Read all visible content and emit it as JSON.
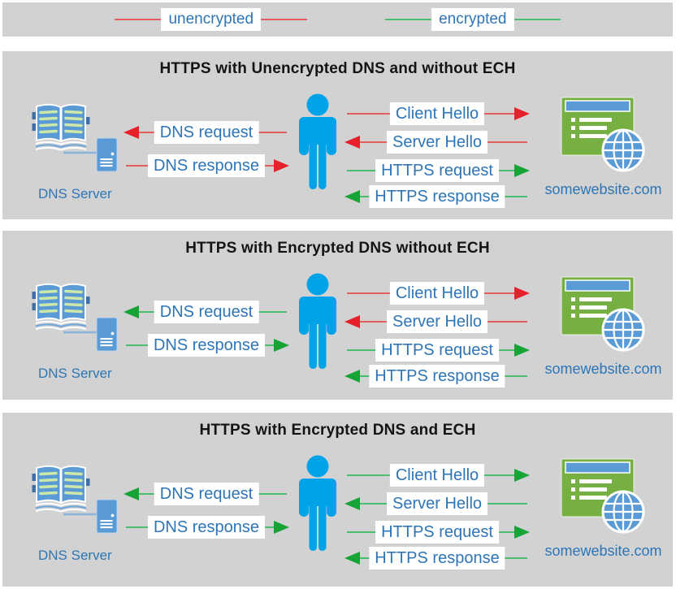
{
  "colors": {
    "panel_background": "#d2d2d2",
    "label_text_blue": "#2e75b6",
    "title_black": "#141414",
    "unencrypted_line": "#e25d5d",
    "unencrypted_head": "#e8202a",
    "encrypted_line": "#4bbd6e",
    "encrypted_head": "#17a437",
    "person_blue": "#00a2e8",
    "icon_blue": "#5b9bd5",
    "website_green": "#76b043"
  },
  "icons": {
    "dns_server": "open-book-with-server-tower",
    "person": "person-silhouette",
    "website": "browser-window-with-globe",
    "arrowhead": "triangle-arrowhead"
  },
  "legend": {
    "items": [
      {
        "label": "unencrypted",
        "line_color": "#e25d5d"
      },
      {
        "label": "encrypted",
        "line_color": "#4bbd6e"
      }
    ]
  },
  "panels": [
    {
      "title": "HTTPS with Unencrypted DNS and without ECH",
      "dns_server_label": "DNS Server",
      "website_label": "somewebsite.com",
      "arrows": [
        {
          "label": "DNS request",
          "direction": "left",
          "encryption": "unencrypted",
          "line_color": "#e25d5d",
          "head_color": "#e8202a"
        },
        {
          "label": "DNS response",
          "direction": "right",
          "encryption": "unencrypted",
          "line_color": "#e25d5d",
          "head_color": "#e8202a"
        },
        {
          "label": "Client Hello",
          "direction": "right",
          "encryption": "unencrypted",
          "line_color": "#e25d5d",
          "head_color": "#e8202a"
        },
        {
          "label": "Server Hello",
          "direction": "left",
          "encryption": "unencrypted",
          "line_color": "#e25d5d",
          "head_color": "#e8202a"
        },
        {
          "label": "HTTPS request",
          "direction": "right",
          "encryption": "encrypted",
          "line_color": "#4bbd6e",
          "head_color": "#17a437"
        },
        {
          "label": "HTTPS response",
          "direction": "left",
          "encryption": "encrypted",
          "line_color": "#4bbd6e",
          "head_color": "#17a437"
        }
      ]
    },
    {
      "title": "HTTPS with Encrypted DNS without ECH",
      "dns_server_label": "DNS Server",
      "website_label": "somewebsite.com",
      "arrows": [
        {
          "label": "DNS request",
          "direction": "left",
          "encryption": "encrypted",
          "line_color": "#4bbd6e",
          "head_color": "#17a437"
        },
        {
          "label": "DNS response",
          "direction": "right",
          "encryption": "encrypted",
          "line_color": "#4bbd6e",
          "head_color": "#17a437"
        },
        {
          "label": "Client Hello",
          "direction": "right",
          "encryption": "unencrypted",
          "line_color": "#e25d5d",
          "head_color": "#e8202a"
        },
        {
          "label": "Server Hello",
          "direction": "left",
          "encryption": "unencrypted",
          "line_color": "#e25d5d",
          "head_color": "#e8202a"
        },
        {
          "label": "HTTPS request",
          "direction": "right",
          "encryption": "encrypted",
          "line_color": "#4bbd6e",
          "head_color": "#17a437"
        },
        {
          "label": "HTTPS response",
          "direction": "left",
          "encryption": "encrypted",
          "line_color": "#4bbd6e",
          "head_color": "#17a437"
        }
      ]
    },
    {
      "title": "HTTPS with Encrypted DNS and ECH",
      "dns_server_label": "DNS Server",
      "website_label": "somewebsite.com",
      "arrows": [
        {
          "label": "DNS request",
          "direction": "left",
          "encryption": "encrypted",
          "line_color": "#4bbd6e",
          "head_color": "#17a437"
        },
        {
          "label": "DNS response",
          "direction": "right",
          "encryption": "encrypted",
          "line_color": "#4bbd6e",
          "head_color": "#17a437"
        },
        {
          "label": "Client Hello",
          "direction": "right",
          "encryption": "encrypted",
          "line_color": "#4bbd6e",
          "head_color": "#17a437"
        },
        {
          "label": "Server Hello",
          "direction": "left",
          "encryption": "encrypted",
          "line_color": "#4bbd6e",
          "head_color": "#17a437"
        },
        {
          "label": "HTTPS request",
          "direction": "right",
          "encryption": "encrypted",
          "line_color": "#4bbd6e",
          "head_color": "#17a437"
        },
        {
          "label": "HTTPS response",
          "direction": "left",
          "encryption": "encrypted",
          "line_color": "#4bbd6e",
          "head_color": "#17a437"
        }
      ]
    }
  ]
}
